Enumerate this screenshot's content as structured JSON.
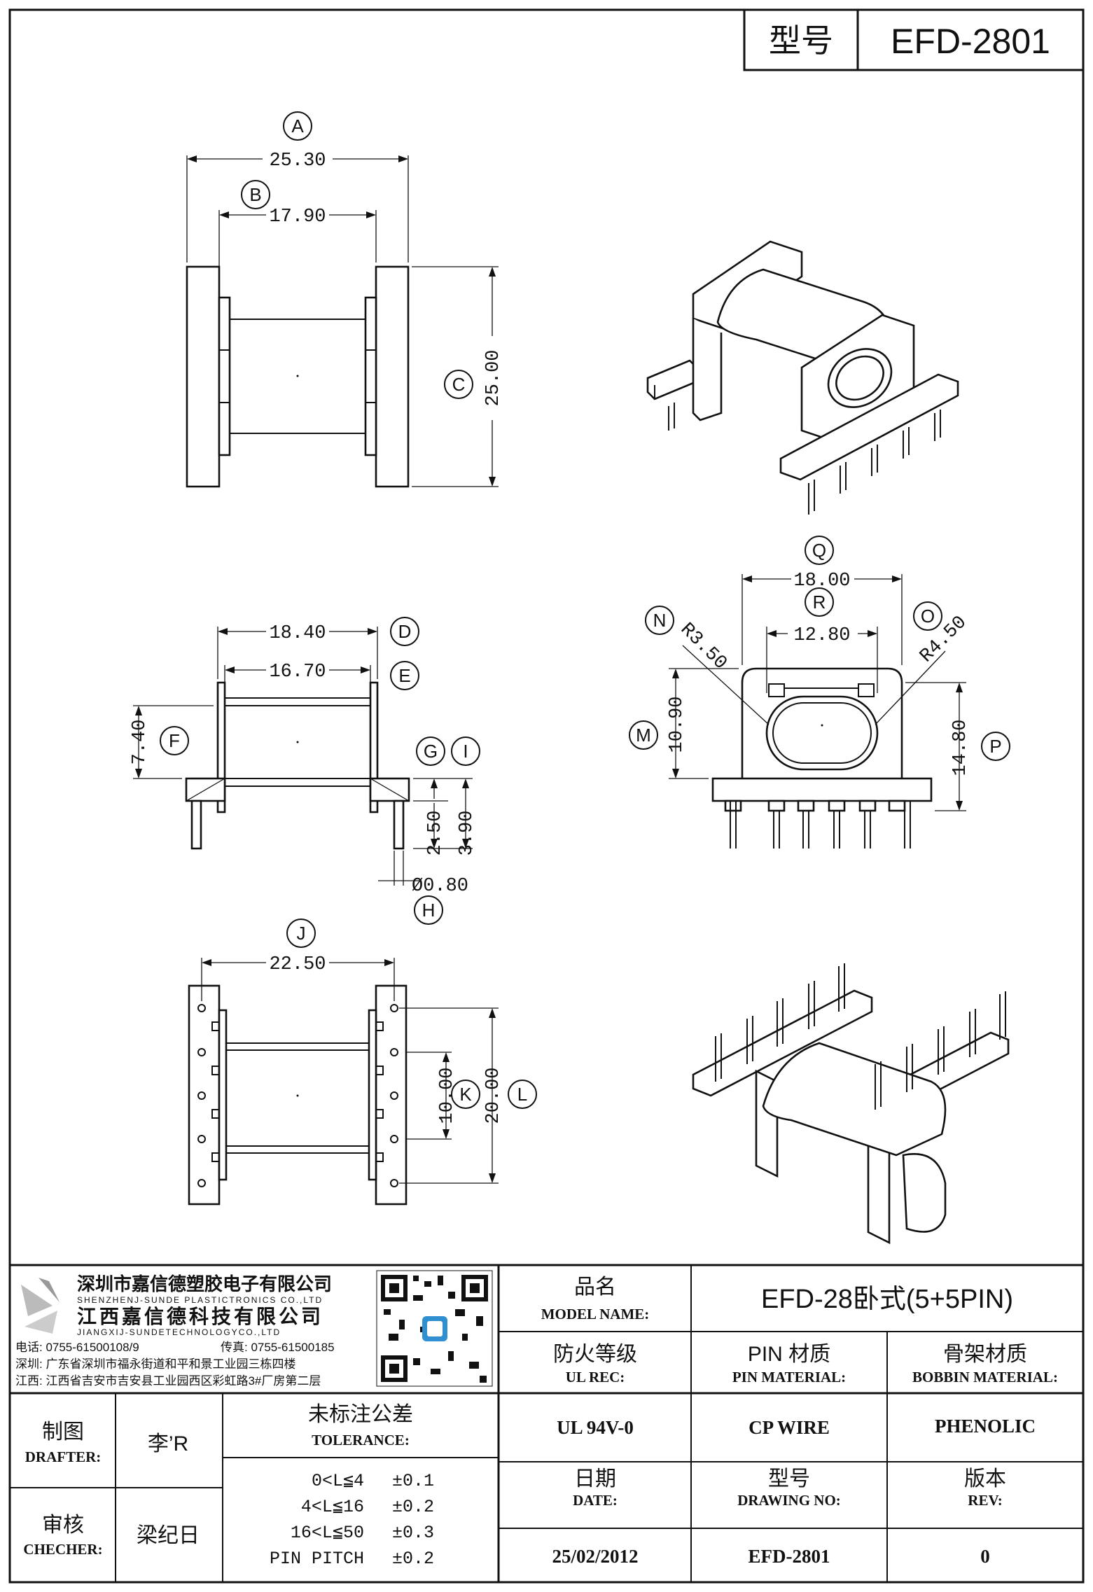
{
  "header": {
    "model_label": "型号",
    "model_value": "EFD-2801"
  },
  "callouts": {
    "A": "A",
    "B": "B",
    "C": "C",
    "D": "D",
    "E": "E",
    "F": "F",
    "G": "G",
    "H": "H",
    "I": "I",
    "J": "J",
    "K": "K",
    "L": "L",
    "M": "M",
    "N": "N",
    "O": "O",
    "P": "P",
    "Q": "Q",
    "R": "R"
  },
  "dimensions": {
    "A": "25.30",
    "B": "17.90",
    "C": "25.00",
    "D": "18.40",
    "E": "16.70",
    "F": "7.40",
    "G": "2.50",
    "H": "Ø0.80",
    "I": "3.90",
    "J": "22.50",
    "K": "10.00",
    "L": "20.00",
    "M": "10.90",
    "N": "R3.50",
    "O": "R4.50",
    "P": "14.80",
    "Q": "18.00",
    "R": "12.80"
  },
  "company": {
    "name_sz": "深圳市嘉信德塑胶电子有限公司",
    "name_sz_en": "SHENZHENJ-SUNDE PLASTICTRONICS CO.,LTD",
    "name_jx": "江西嘉信德科技有限公司",
    "name_jx_en": "JIANGXIJ-SUNDETECHNOLOGYCO.,LTD",
    "phone": "电话: 0755-61500108/9",
    "fax": "传真: 0755-61500185",
    "addr_sz": "深圳: 广东省深圳市福永街道和平和景工业园三栋四楼",
    "addr_jx": "江西: 江西省吉安市吉安县工业园西区彩虹路3#厂房第二层"
  },
  "title_block": {
    "product_name_cn": "品名",
    "product_name_en": "MODEL NAME:",
    "product_name_value": "EFD-28卧式(5+5PIN)",
    "ul_cn": "防火等级",
    "ul_en": "UL REC:",
    "ul_value": "UL 94V-0",
    "pin_cn": "PIN 材质",
    "pin_en": "PIN MATERIAL:",
    "pin_value": "CP WIRE",
    "bobbin_cn": "骨架材质",
    "bobbin_en": "BOBBIN MATERIAL:",
    "bobbin_value": "PHENOLIC",
    "drafter_cn": "制图",
    "drafter_en": "DRAFTER:",
    "drafter_value": "李’R",
    "checker_cn": "审核",
    "checker_en": "CHECHER:",
    "checker_value": "梁纪日",
    "tolerance_cn": "未标注公差",
    "tolerance_en": "TOLERANCE:",
    "tolerances": [
      {
        "range": "0<L≦4",
        "value": "±0.1"
      },
      {
        "range": "4<L≦16",
        "value": "±0.2"
      },
      {
        "range": "16<L≦50",
        "value": "±0.3"
      },
      {
        "range": "PIN PITCH",
        "value": "±0.2"
      }
    ],
    "date_cn": "日期",
    "date_en": "DATE:",
    "date_value": "25/02/2012",
    "drawing_cn": "型号",
    "drawing_en": "DRAWING NO:",
    "drawing_value": "EFD-2801",
    "rev_cn": "版本",
    "rev_en": "REV:",
    "rev_value": "0"
  }
}
